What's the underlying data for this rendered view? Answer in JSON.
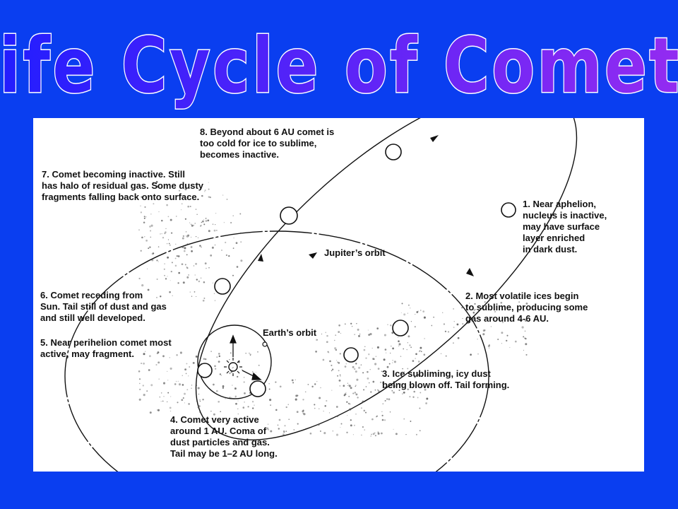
{
  "title": "Life Cycle of Comets",
  "colors": {
    "background": "#0a3ef0",
    "title_gradient_start": "#1c1cff",
    "title_gradient_end": "#9a2cf0",
    "panel": "#ffffff",
    "ink": "#111111"
  },
  "diagram": {
    "orbits": {
      "jupiter": "Jupiter’s orbit",
      "earth": "Earth’s orbit"
    },
    "stages": [
      {
        "id": 1,
        "lines": [
          "1.  Near aphelion,",
          "nucleus is inactive,",
          "may have surface",
          "layer enriched",
          "in dark dust."
        ]
      },
      {
        "id": 2,
        "lines": [
          "2.  Most volatile ices begin",
          "to sublime, producing some",
          "gas around 4-6 AU."
        ]
      },
      {
        "id": 3,
        "lines": [
          "3.  Ice subliming, icy dust",
          "being blown off. Tail forming."
        ]
      },
      {
        "id": 4,
        "lines": [
          "4.  Comet very active",
          "around 1 AU. Coma of",
          "dust particles and gas.",
          "Tail may be 1–2 AU long."
        ]
      },
      {
        "id": 5,
        "lines": [
          "5.  Near perihelion comet most",
          "active, may fragment."
        ]
      },
      {
        "id": 6,
        "lines": [
          "6.  Comet receding from",
          "Sun. Tail still of dust and gas",
          "and still well developed."
        ]
      },
      {
        "id": 7,
        "lines": [
          "7.  Comet becoming inactive. Still",
          "has halo of residual gas. Some dusty",
          "fragments falling back onto surface."
        ]
      },
      {
        "id": 8,
        "lines": [
          "8.  Beyond about 6 AU comet is",
          "too cold for ice to sublime,",
          "becomes inactive."
        ]
      }
    ]
  }
}
